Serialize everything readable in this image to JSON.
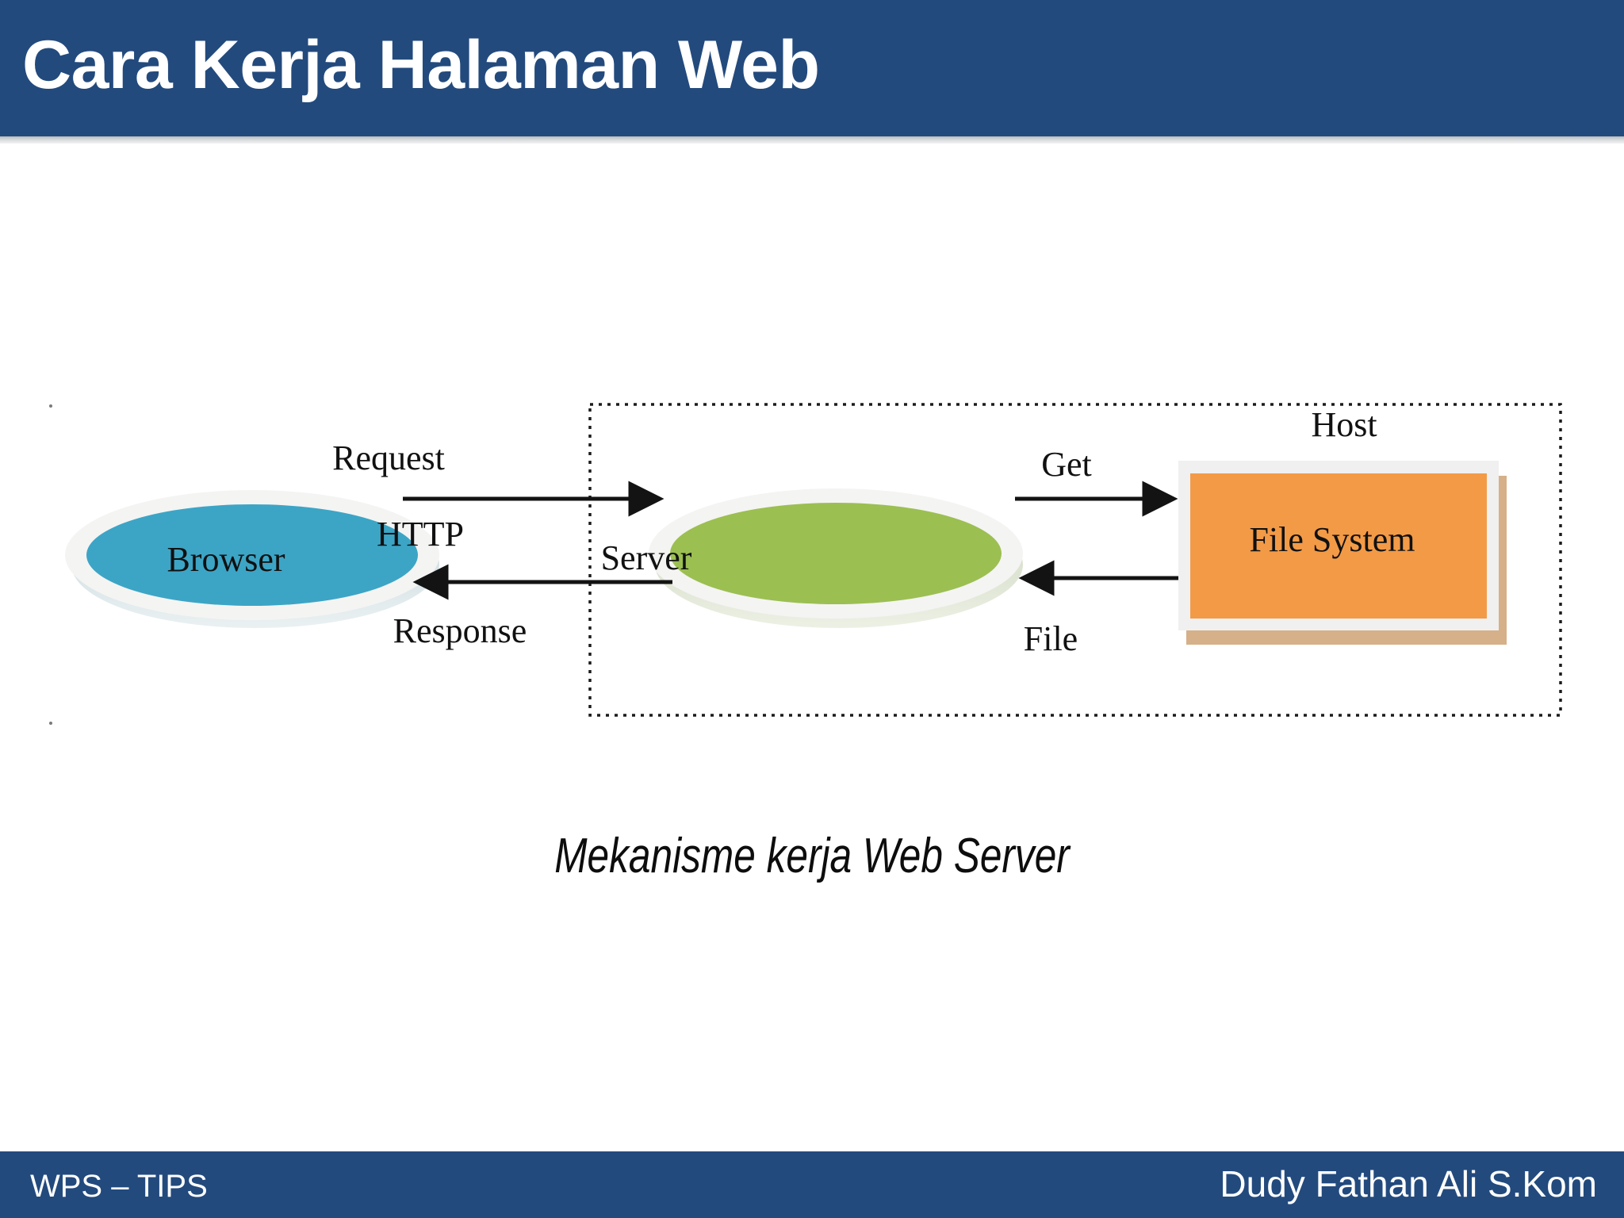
{
  "header": {
    "title": "Cara Kerja Halaman Web",
    "band_color": "#234A7D",
    "title_color": "#FFFFFF"
  },
  "footer": {
    "left_text": "WPS – TIPS",
    "right_text": "Dudy Fathan Ali S.Kom",
    "band_color": "#234A7D",
    "text_color": "#FFFFFF"
  },
  "diagram": {
    "caption": "Mekanisme kerja Web Server",
    "boundary_label": "Host",
    "nodes": [
      {
        "id": "browser",
        "label": "Browser",
        "shape": "ellipse",
        "fill": "#3CA5C6",
        "ring": "#F2F2F2"
      },
      {
        "id": "server",
        "label": "Server",
        "shape": "ellipse",
        "fill": "#9CBF52",
        "ring": "#F2F2F2"
      },
      {
        "id": "file-system",
        "label": "File System",
        "shape": "rectangle",
        "fill": "#F39A47",
        "frame": "#F0F0F0",
        "shadow": "#D5B089"
      }
    ],
    "edges": [
      {
        "id": "request",
        "label": "Request",
        "from": "browser",
        "to": "server",
        "direction": "right"
      },
      {
        "id": "protocol",
        "label": "HTTP",
        "from": "browser",
        "to": "server",
        "direction": "none"
      },
      {
        "id": "response",
        "label": "Response",
        "from": "server",
        "to": "browser",
        "direction": "left"
      },
      {
        "id": "get",
        "label": "Get",
        "from": "server",
        "to": "file-system",
        "direction": "right"
      },
      {
        "id": "file",
        "label": "File",
        "from": "file-system",
        "to": "server",
        "direction": "left"
      }
    ]
  }
}
